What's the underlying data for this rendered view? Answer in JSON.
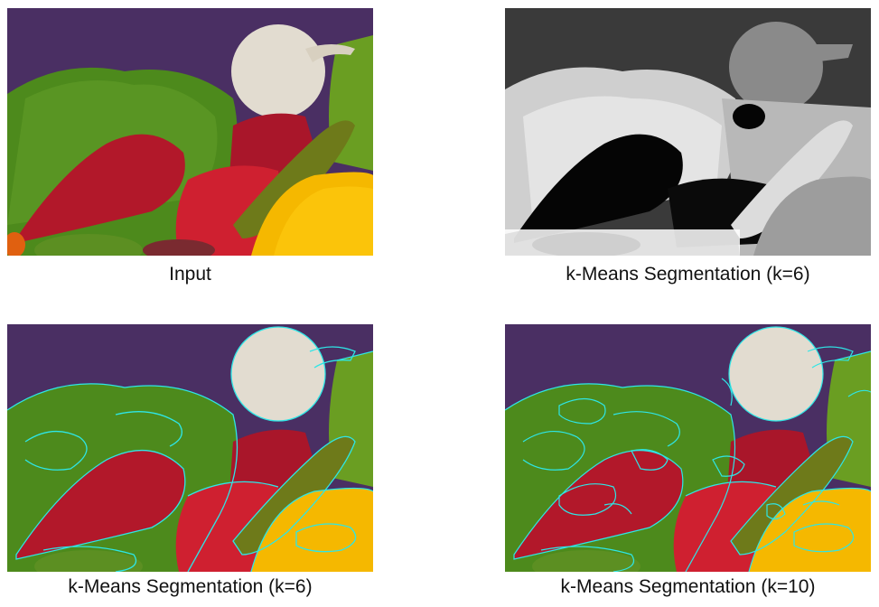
{
  "panels": [
    {
      "caption": "Input"
    },
    {
      "caption": "k-Means Segmentation (k=6)"
    },
    {
      "caption": "k-Means Segmentation (k=6)"
    },
    {
      "caption": "k-Means Segmentation (k=10)"
    }
  ],
  "colors": {
    "background": "#4a2f63",
    "green_pepper": "#4d8a1c",
    "red_pepper": "#b2182a",
    "onion": "#e2dcd0",
    "yellow_pepper": "#f5b800",
    "boundary": "#2ee6e6"
  }
}
